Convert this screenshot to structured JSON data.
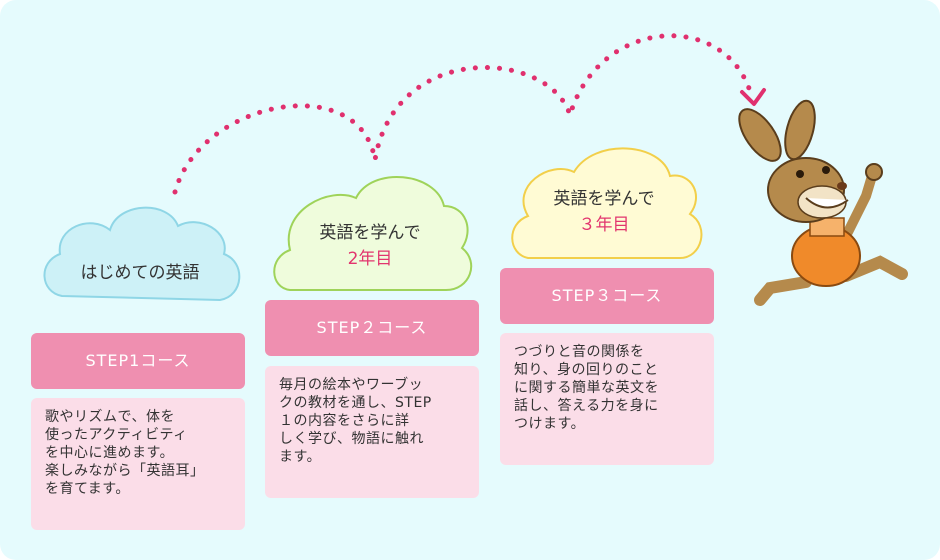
{
  "steps": [
    {
      "cloud_line1": "はじめての英語",
      "cloud_line2": "",
      "step_label": "STEP1コース",
      "description": "歌やリズムで、体を\n使ったアクティビティ\nを中心に進めます。\n楽しみながら「英語耳」\nを育てます。"
    },
    {
      "cloud_line1": "英語を学んで",
      "cloud_line2": "2年目",
      "step_label": "STEP２コース",
      "description": "毎月の絵本やワーブッ\nクの教材を通し、STEP\n１の内容をさらに詳\nしく学び、物語に触れ\nます。"
    },
    {
      "cloud_line1": "英語を学んで",
      "cloud_line2": "３年目",
      "step_label": "STEP３コース",
      "description": "つづりと音の関係を\n知り、身の回りのこと\nに関する簡単な英文を\n話し、答える力を身に\nつけます。"
    }
  ],
  "colors": {
    "background": "#e5fbfd",
    "step_pink": "#ef8fb0",
    "desc_pink": "#fbdde8",
    "dots": "#e0306e",
    "cloud1_fill": "#cdf1f7",
    "cloud1_stroke": "#8fd6e6",
    "cloud2_fill": "#effcdc",
    "cloud2_stroke": "#9fd35a",
    "cloud3_fill": "#fffbd4",
    "cloud3_stroke": "#f2cf4a"
  },
  "icons": [
    "rabbit-mascot-icon",
    "arrow-head-icon"
  ]
}
